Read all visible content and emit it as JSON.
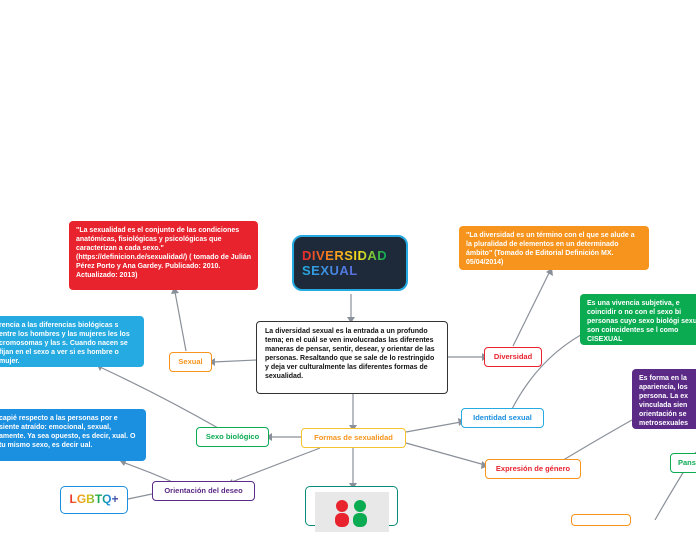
{
  "title": {
    "line1": "DIVERSIDAD",
    "line2": "SEXUAL"
  },
  "central": "La diversidad sexual es la entrada a un profundo tema; en el cuál se ven involucradas las diferentes maneras de pensar, sentir, desear, y orientar de las personas. Resaltando que se sale de lo restringido y deja ver culturalmente las diferentes formas de sexualidad.",
  "nodes": {
    "sexual": "Sexual",
    "diversidad": "Diversidad",
    "sexo_biologico": "Sexo biológico",
    "formas": "Formas de sexualidad",
    "identidad": "Identidad sexual",
    "expresion": "Expresión de género",
    "orientacion": "Orientación del deseo",
    "pansexual": "Pans",
    "lgbtq": "LGBTQ+"
  },
  "notes": {
    "sexualidad_def": "\"La sexualidad es el conjunto de las condiciones anatómicas, fisiológicas y psicológicas que caracterizan a cada sexo.\" (https://definicion.de/sexualidad/) ( tomado de  Julián Pérez Porto y Ana Gardey. Publicado: 2010. Actualizado: 2013)",
    "diversidad_def": "\"La diversidad es un término con el que se alude a la pluralidad de elementos en un determinado ámbito\" (Tomado de Editorial Definición MX. 05/04/2014)",
    "sexo_bio_def": "rencia a las diferencias biológicas s entre los hombres y las mujeres les los cromosomas y las s. Cuando nacen se fijan en el sexo a ver si es hombre o mujer.",
    "orientacion_def": "capié respecto a las personas por e siente atraído: emocional, sexual, amente. Ya sea opuesto, es decir, xual. O tu mismo sexo, es decir ual.",
    "identidad_def": "Es una vivencia subjetiva, e coincidir o no con el sexo bi personas cuyo sexo biológi sexual son coincidentes se l como CISEXUAL",
    "expresion_def": "Es forma en la apariencia, los persona. La ex vinculada sien orientación se metrosexuales"
  },
  "colors": {
    "red": "#e8232e",
    "orange": "#f7941d",
    "blue": "#25aae1",
    "green": "#0bab52",
    "purple": "#5b2a86",
    "line": "#8a9099"
  }
}
